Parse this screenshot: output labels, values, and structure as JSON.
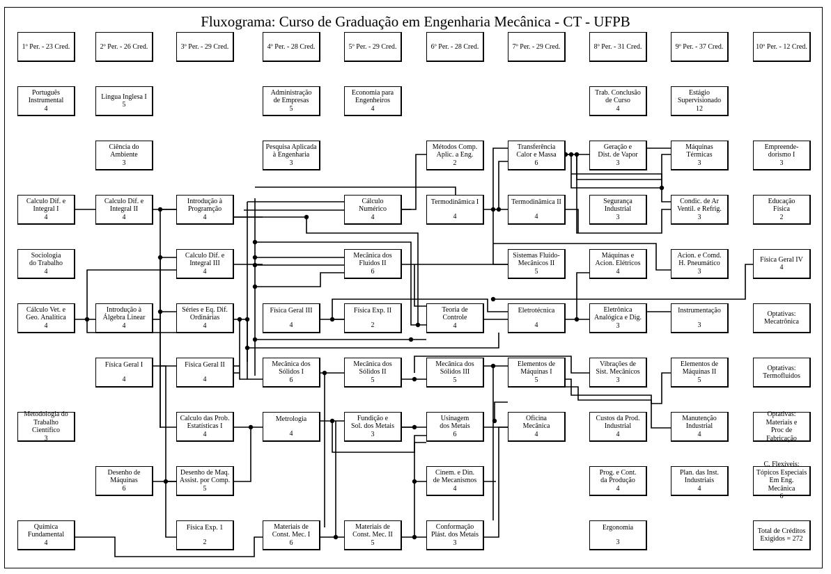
{
  "title": "Fluxograma: Curso de Graduação em Engenharia Mecânica - CT - UFPB",
  "periods": [
    "1º Per. - 23 Cred.",
    "2º Per. - 26 Cred.",
    "3º Per. - 29 Cred.",
    "4º Per. - 28 Cred.",
    "5º Per. - 29 Cred.",
    "6º Per. - 28 Cred.",
    "7º Per. - 29 Cred.",
    "8º Per. - 31 Cred.",
    "9º Per. - 37 Cred.",
    "10º Per. - 12 Cred."
  ],
  "courses": [
    {
      "id": "port",
      "name": "Português\nInstrumental",
      "credits": "4"
    },
    {
      "id": "ingl",
      "name": "Lingua Inglesa I",
      "credits": "5"
    },
    {
      "id": "adm",
      "name": "Administração\nde Empresas",
      "credits": "5"
    },
    {
      "id": "econ",
      "name": "Economia para\nEngenheiros",
      "credits": "4"
    },
    {
      "id": "tcc",
      "name": "Trab. Conclusão\nde Curso",
      "credits": "4"
    },
    {
      "id": "estg",
      "name": "Estágio\nSupervisionado",
      "credits": "12"
    },
    {
      "id": "camb",
      "name": "Ciência do\nAmbiente",
      "credits": "3"
    },
    {
      "id": "pesq",
      "name": "Pesquisa Aplicada\nà Engenharia",
      "credits": "3"
    },
    {
      "id": "metc",
      "name": "Métodos Comp.\nAplic. a Eng.",
      "credits": "2"
    },
    {
      "id": "tcm",
      "name": "Transferência\nCalor e Massa",
      "credits": "6"
    },
    {
      "id": "gvap",
      "name": "Geração e\nDist. de Vapor",
      "credits": "3"
    },
    {
      "id": "mter",
      "name": "Máquinas\nTérmicas",
      "credits": "3"
    },
    {
      "id": "empr",
      "name": "Empreende-\ndorismo I",
      "credits": "3"
    },
    {
      "id": "cdi1",
      "name": "Calculo Dif. e\nIntegral I",
      "credits": "4"
    },
    {
      "id": "cdi2",
      "name": "Calculo Dif. e\nIntegral II",
      "credits": "4"
    },
    {
      "id": "iprog",
      "name": "Introdução à\nProgramção",
      "credits": "4"
    },
    {
      "id": "cnum",
      "name": "Cálculo\nNumérico",
      "credits": "4"
    },
    {
      "id": "term1",
      "name": "Termodinâmica I",
      "credits": "4"
    },
    {
      "id": "term2",
      "name": "Termodinâmica II",
      "credits": "4"
    },
    {
      "id": "segi",
      "name": "Segurança\nIndustrial",
      "credits": "3"
    },
    {
      "id": "cond",
      "name": "Condic. de Ar\nVentil. e Refrig.",
      "credits": "3"
    },
    {
      "id": "edfis",
      "name": "Educação\nFísica",
      "credits": "2"
    },
    {
      "id": "soc",
      "name": "Sociologia\ndo Trabalho",
      "credits": "4"
    },
    {
      "id": "cdi3",
      "name": "Calculo Dif. e\nIntegral III",
      "credits": "4"
    },
    {
      "id": "mflu",
      "name": "Mecânica dos\nFluidos II",
      "credits": "6"
    },
    {
      "id": "sfm",
      "name": "Sistemas Fluido-\nMecânicos II",
      "credits": "5"
    },
    {
      "id": "mae",
      "name": "Máquinas e\nAcion. Elétricos",
      "credits": "4"
    },
    {
      "id": "acpn",
      "name": "Acion. e Comd.\nH. Pneumático",
      "credits": "3"
    },
    {
      "id": "fg4",
      "name": "Física Geral IV",
      "credits": "4"
    },
    {
      "id": "cvga",
      "name": "Cálculo Vet. e\nGeo. Analítica",
      "credits": "4"
    },
    {
      "id": "ial",
      "name": "Introdução à\nÁlgebra Linear",
      "credits": "4"
    },
    {
      "id": "sedo",
      "name": "Séries e Eq. Dif.\nOrdinárias",
      "credits": "4"
    },
    {
      "id": "fg3",
      "name": "Física Geral III",
      "credits": "4"
    },
    {
      "id": "fe2",
      "name": "Física Exp. II",
      "credits": "2"
    },
    {
      "id": "tctl",
      "name": "Teoria de\nControle",
      "credits": "4"
    },
    {
      "id": "elet",
      "name": "Eletrotécnica",
      "credits": "4"
    },
    {
      "id": "eadg",
      "name": "Eletrônica\nAnalógica e Dig.",
      "credits": "3"
    },
    {
      "id": "inst",
      "name": "Instrumentação",
      "credits": "3"
    },
    {
      "id": "omec",
      "name": "Optativas:\nMecatrônica",
      "credits": ""
    },
    {
      "id": "fg1",
      "name": "Física Geral I",
      "credits": "4"
    },
    {
      "id": "fg2",
      "name": "Física Geral II",
      "credits": "4"
    },
    {
      "id": "ms1",
      "name": "Mecânica dos\nSólidos I",
      "credits": "6"
    },
    {
      "id": "ms2",
      "name": "Mecânica dos\nSólidos II",
      "credits": "5"
    },
    {
      "id": "ms3",
      "name": "Mecânica dos\nSólidos III",
      "credits": "5"
    },
    {
      "id": "em1",
      "name": "Elementos de\nMáquinas I",
      "credits": "5"
    },
    {
      "id": "vib",
      "name": "Vibrações de\nSist. Mecânicos",
      "credits": "3"
    },
    {
      "id": "em2",
      "name": "Elementos de\nMáquinas II",
      "credits": "5"
    },
    {
      "id": "oter",
      "name": "Optativas:\nTermofluidos",
      "credits": ""
    },
    {
      "id": "mtc",
      "name": "Metodologia do\nTrabalho Científico",
      "credits": "3"
    },
    {
      "id": "cpe",
      "name": "Calculo das Prob.\nEstatísticas I",
      "credits": "4"
    },
    {
      "id": "metr",
      "name": "Metrologia",
      "credits": "4"
    },
    {
      "id": "fund",
      "name": "Fundição e\nSol. dos Metais",
      "credits": "3"
    },
    {
      "id": "usin",
      "name": "Usinagem\ndos Metais",
      "credits": "6"
    },
    {
      "id": "ofic",
      "name": "Oficina\nMecânica",
      "credits": "4"
    },
    {
      "id": "cpi",
      "name": "Custos da Prod.\nIndustrial",
      "credits": "4"
    },
    {
      "id": "mind",
      "name": "Manutenção\nIndustrial",
      "credits": "4"
    },
    {
      "id": "omat",
      "name": "Optativas:\nMateriais e\nProc de Fabricação",
      "credits": ""
    },
    {
      "id": "dmaq",
      "name": "Desenho de\nMáquinas",
      "credits": "6"
    },
    {
      "id": "dmac",
      "name": "Desenho de Maq.\nAssist. por Comp.",
      "credits": "5"
    },
    {
      "id": "cdm",
      "name": "Cinem. e Din.\nde Mecanismos",
      "credits": "4"
    },
    {
      "id": "pcp",
      "name": "Prog. e Cont.\nda Produção",
      "credits": "4"
    },
    {
      "id": "pii",
      "name": "Plan. das Inst.\nIndustriais",
      "credits": "4"
    },
    {
      "id": "cflex",
      "name": "C. Flexíveis:\nTópicos Especiais\nEm Eng. Mecânica",
      "credits": "6"
    },
    {
      "id": "qfun",
      "name": "Química\nFundamental",
      "credits": "4"
    },
    {
      "id": "fe1",
      "name": "Física Exp. 1",
      "credits": "2"
    },
    {
      "id": "mcm1",
      "name": "Materiais de\nConst. Mec. I",
      "credits": "6"
    },
    {
      "id": "mcm2",
      "name": "Materiais de\nConst. Mec. II",
      "credits": "5"
    },
    {
      "id": "conf",
      "name": "Conformação\nPlást. dos Metais",
      "credits": "3"
    },
    {
      "id": "ergo",
      "name": "Ergonomia",
      "credits": "3"
    },
    {
      "id": "total",
      "name": "Total de Créditos\nExigidos = 272",
      "credits": ""
    }
  ]
}
